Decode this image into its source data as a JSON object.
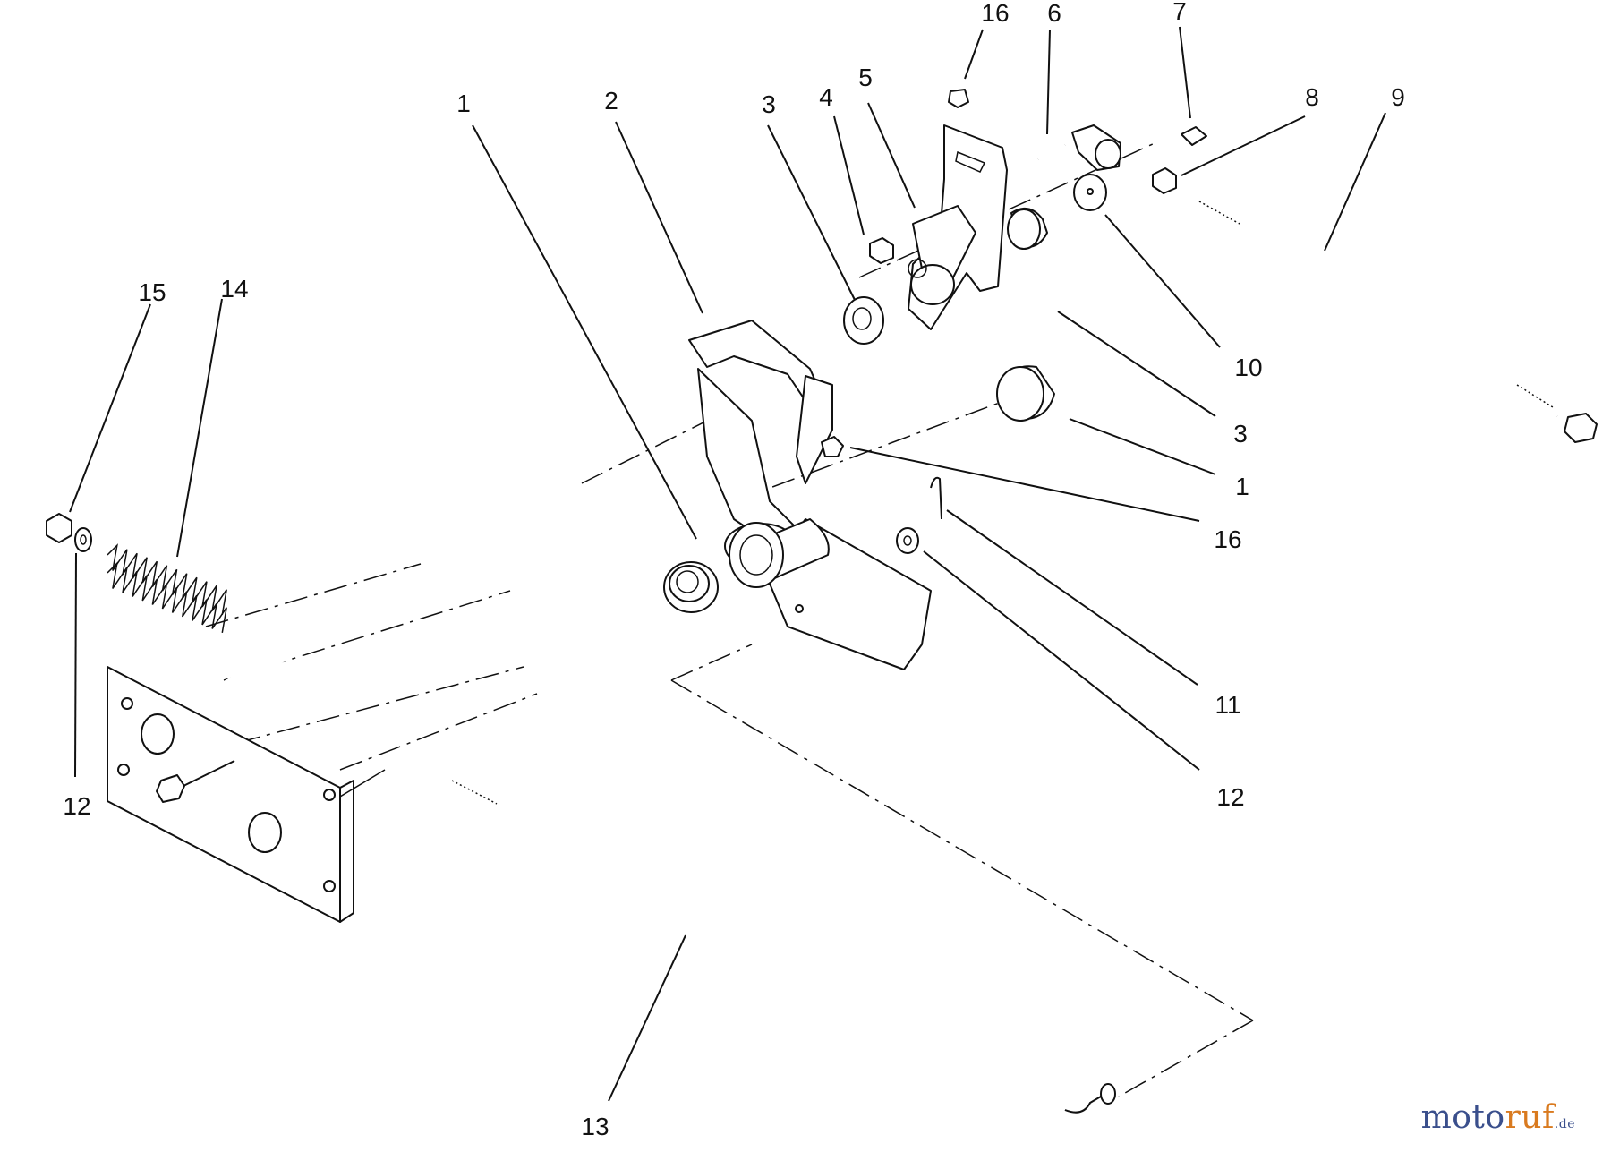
{
  "callouts": [
    {
      "id": "c16a",
      "text": "16"
    },
    {
      "id": "c6",
      "text": "6"
    },
    {
      "id": "c7",
      "text": "7"
    },
    {
      "id": "c1a",
      "text": "1"
    },
    {
      "id": "c2",
      "text": "2"
    },
    {
      "id": "c3a",
      "text": "3"
    },
    {
      "id": "c4",
      "text": "4"
    },
    {
      "id": "c5",
      "text": "5"
    },
    {
      "id": "c8",
      "text": "8"
    },
    {
      "id": "c9",
      "text": "9"
    },
    {
      "id": "c15",
      "text": "15"
    },
    {
      "id": "c14",
      "text": "14"
    },
    {
      "id": "c10",
      "text": "10"
    },
    {
      "id": "c3b",
      "text": "3"
    },
    {
      "id": "c1b",
      "text": "1"
    },
    {
      "id": "c16b",
      "text": "16"
    },
    {
      "id": "c11",
      "text": "11"
    },
    {
      "id": "c12b",
      "text": "12"
    },
    {
      "id": "c12a",
      "text": "12"
    },
    {
      "id": "c13",
      "text": "13"
    }
  ],
  "watermark": {
    "main": "moto",
    "accent": "ruf",
    "tld": ".de"
  }
}
